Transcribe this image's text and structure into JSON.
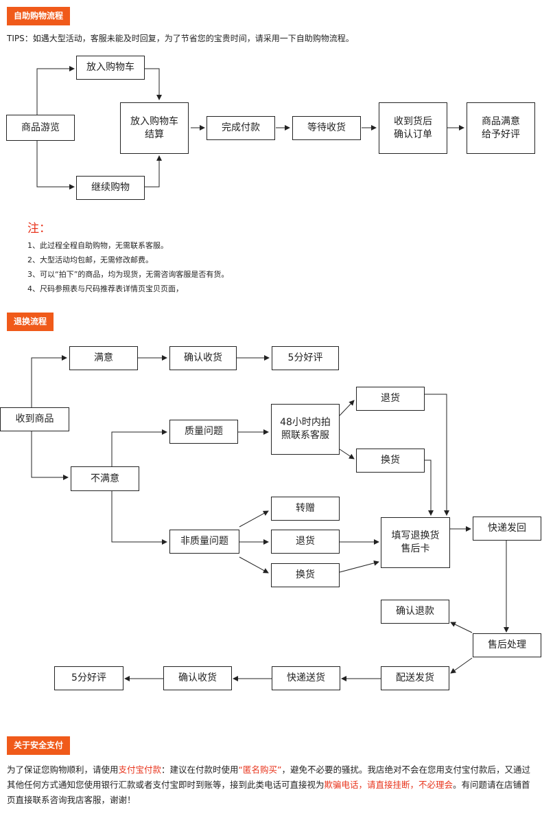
{
  "section1": {
    "title": "自助购物流程",
    "tips": "TIPS：如遇大型活动，客服未能及时回复，为了节省您的宝贵时间，请采用一下自助购物流程。",
    "nodes": {
      "browse": "商品游览",
      "add_cart": "放入购物车",
      "continue": "继续购物",
      "checkout": "放入购物车\n结算",
      "paid": "完成付款",
      "wait": "等待收货",
      "confirm": "收到货后\n确认订单",
      "review": "商品满意\n给予好评"
    },
    "note_title": "注：",
    "notes": [
      "1、此过程全程自助购物，无需联系客服。",
      "2、大型活动均包邮，无需修改邮费。",
      "3、可以“拍下”的商品，均为现货，无需咨询客服是否有货。",
      "4、尺码参照表与尺码推荐表详情页宝贝页面，"
    ]
  },
  "section2": {
    "title": "退换流程",
    "nodes": {
      "receive": "收到商品",
      "satisfied": "满意",
      "confirm_receipt": "确认收货",
      "five_star": "5分好评",
      "unsatisfied": "不满意",
      "quality": "质量问题",
      "contact48": "48小时内拍\n照联系客服",
      "return1": "退货",
      "exchange1": "换货",
      "non_quality": "非质量问题",
      "gift": "转赠",
      "return2": "退货",
      "exchange2": "换货",
      "fill_card": "填写退换货\n售后卡",
      "express_back": "快递发回",
      "confirm_refund": "确认退款",
      "after_sale": "售后处理",
      "ship": "配送发货",
      "express_deliver": "快递送货",
      "confirm_receipt2": "确认收货",
      "five_star2": "5分好评"
    }
  },
  "section3": {
    "title": "关于安全支付",
    "p1": "为了保证您购物顺利，请使用",
    "p1_red": "支付宝付款",
    "p2": "：建议在付款时使用",
    "p2_red": "“匿名购买”",
    "p3": "，避免不必要的骚扰。我店绝对不会在您用支付宝付款后，又通过其他任何方式通知您使用银行汇款或者支付宝即时到账等，接到此类电话可直接视为",
    "p3_red": "欺骗电话，请直接挂断，不必理会",
    "p4": "。有问题请在店铺首页直接联系咨询我店客服，谢谢！"
  }
}
